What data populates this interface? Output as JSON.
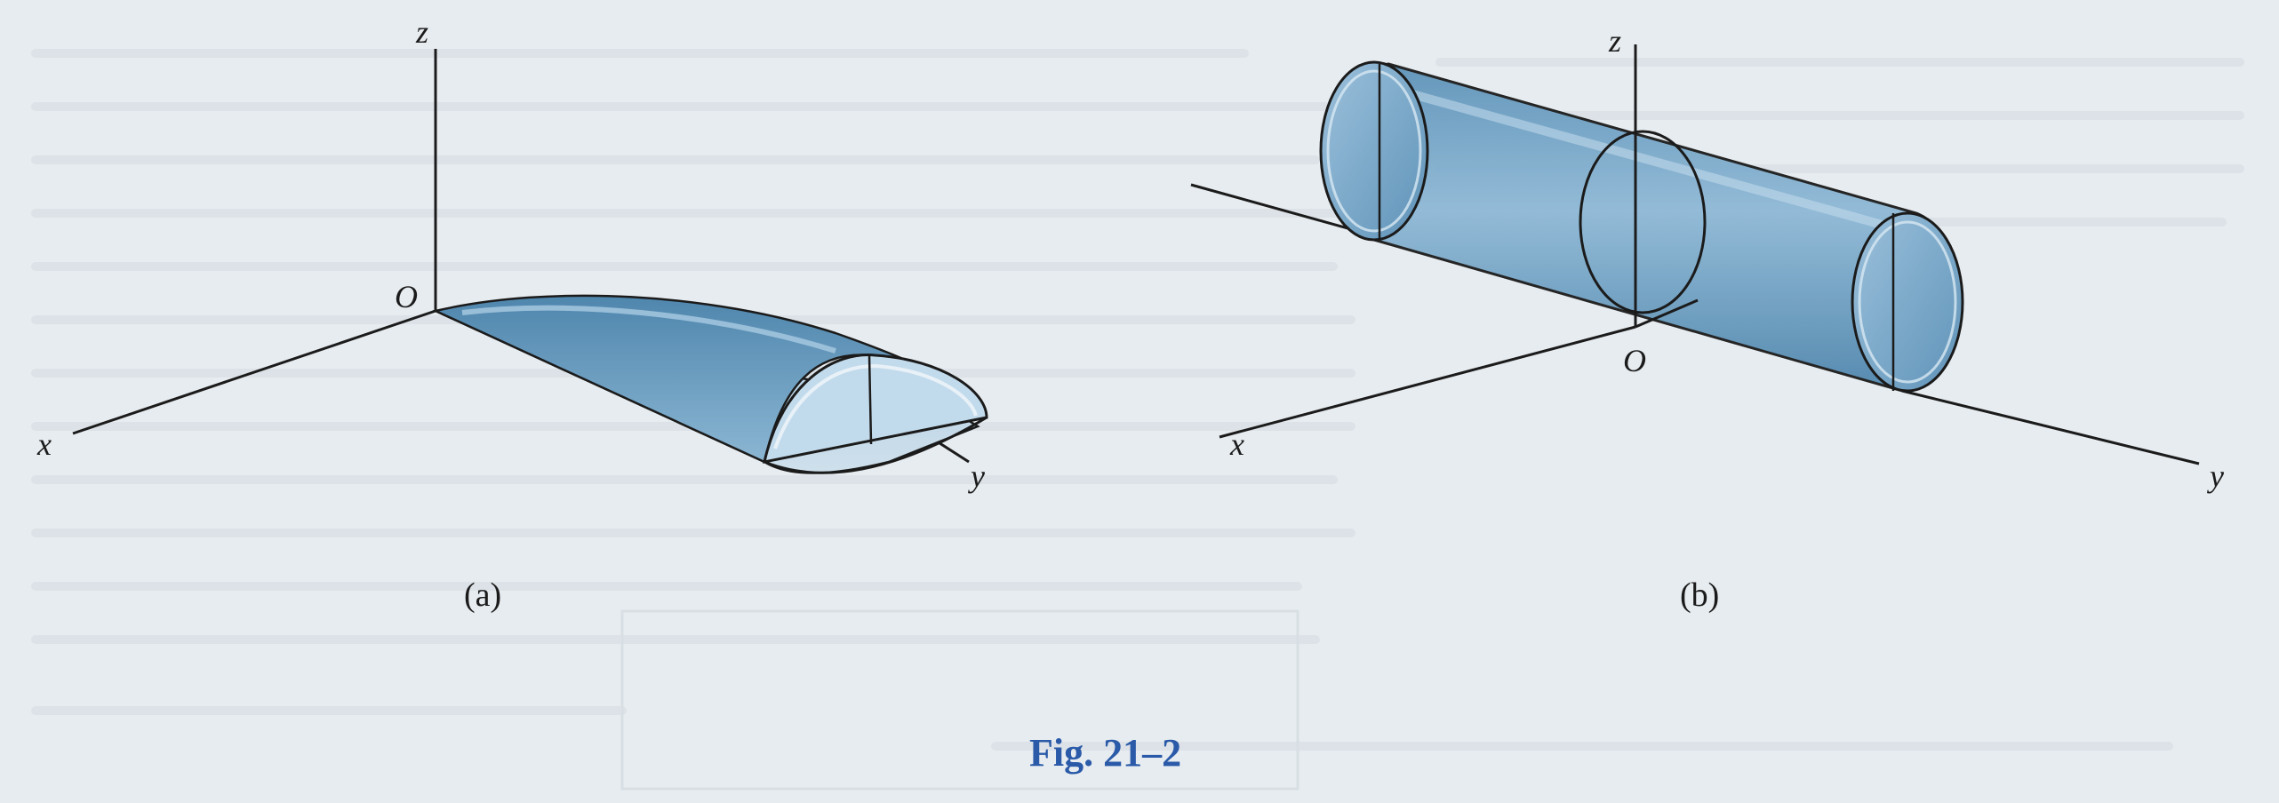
{
  "figure": {
    "caption": "Fig. 21–2",
    "panels": [
      {
        "id": "a",
        "label": "(a)",
        "axes": {
          "x": "x",
          "y": "y",
          "z": "z",
          "origin": "O"
        }
      },
      {
        "id": "b",
        "label": "(b)",
        "axes": {
          "x": "x",
          "y": "y",
          "z": "z",
          "origin": "O"
        }
      }
    ]
  },
  "colors": {
    "body_fill": "#7aa9c8",
    "body_dark": "#4f86ad",
    "body_light": "#b7d3e6",
    "axis": "#1b1b1b",
    "caption": "#2a5aa8",
    "paper": "#e7ecf0"
  }
}
